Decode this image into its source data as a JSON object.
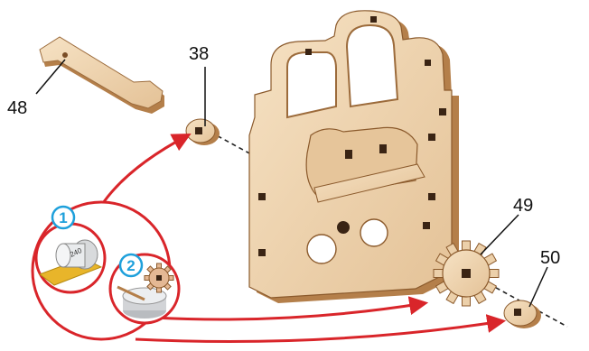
{
  "colors": {
    "wood_light": "#f1d7b3",
    "wood_mid": "#e3bd8d",
    "wood_edge": "#b47f4a",
    "wood_dark": "#7a4d26",
    "hole": "#3a2414",
    "arrow_red": "#d9252a",
    "step_blue": "#1ea0db",
    "sandpaper": "#e8b52a",
    "wax": "#c9ccd0"
  },
  "part_labels": [
    {
      "id": "p48",
      "text": "48"
    },
    {
      "id": "p38",
      "text": "38"
    },
    {
      "id": "p49",
      "text": "49"
    },
    {
      "id": "p50",
      "text": "50"
    }
  ],
  "steps": [
    {
      "id": "s1",
      "number": "1",
      "icon": "sandpaper-roll-icon"
    },
    {
      "id": "s2",
      "number": "2",
      "icon": "wax-candle-icon"
    }
  ],
  "sandpaper_grit": "240"
}
